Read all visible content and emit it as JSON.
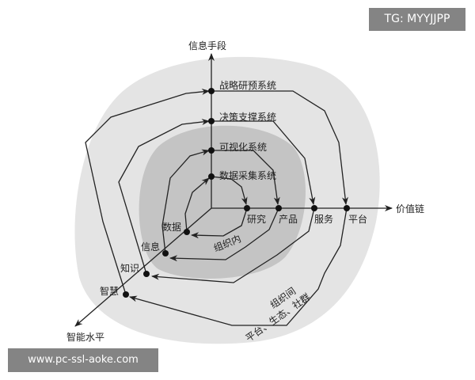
{
  "axes": {
    "vertical": "信息手段",
    "horizontal": "价值链",
    "diagonal": "智能水平"
  },
  "vertical_levels": [
    "数据采集系统",
    "可视化系统",
    "决策支撑系统",
    "战略研预系统"
  ],
  "horizontal_levels": [
    "研究",
    "产品",
    "服务",
    "平台"
  ],
  "diagonal_levels": [
    "数据",
    "信息",
    "知识",
    "智慧"
  ],
  "zones": {
    "inner": "组织内",
    "outer_line1": "组织间",
    "outer_line2": "平台、生态、社群"
  },
  "colors": {
    "outer_zone": "#e4e4e4",
    "inner_zone": "#c4c4c4",
    "line": "#222222"
  },
  "watermarks": {
    "top": "TG: MYYJJPP",
    "bottom": "www.pc-ssl-aoke.com"
  }
}
